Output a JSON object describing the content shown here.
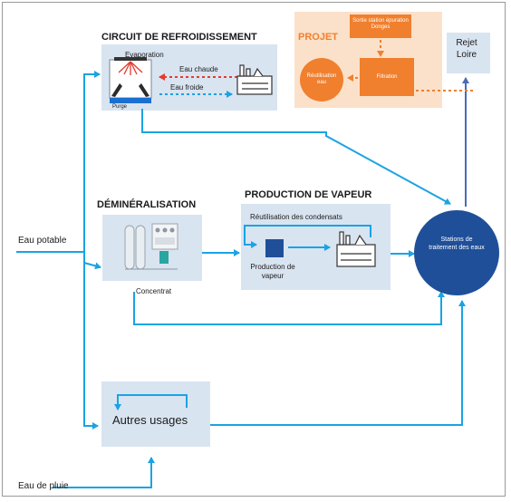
{
  "sections": {
    "cooling": {
      "title": "CIRCUIT DE REFROIDISSEMENT",
      "evaporation": "Evaporation",
      "hot_water": "Eau chaude",
      "cold_water": "Eau froide",
      "purge": "Purge"
    },
    "project": {
      "title": "PROJET",
      "station_output": "Sortie station épuration Donges",
      "filtration": "Filtration",
      "reuse": "Réutilisation eau"
    },
    "discharge": {
      "label": "Rejet Loire"
    },
    "demineralisation": {
      "title": "DÉMINÉRALISATION",
      "concentrate": "Concentrat"
    },
    "steam": {
      "title": "PRODUCTION DE VAPEUR",
      "condensate_reuse": "Réutilisation des condensats",
      "production": "Production de vapeur"
    },
    "treatment": {
      "label": "Stations de traitement des eaux"
    },
    "other_uses": {
      "label": "Autres usages"
    },
    "inputs": {
      "potable": "Eau potable",
      "rain": "Eau de pluie"
    }
  },
  "colors": {
    "flow": "#1aa3e3",
    "box": "#d9e4f1",
    "project_box": "#fbe1c9",
    "project_accent": "#f07f2e",
    "hot_water": "#e53b2f",
    "treatment_circle": "#1f4f99",
    "discharge_arrow": "#4a6bb5"
  }
}
